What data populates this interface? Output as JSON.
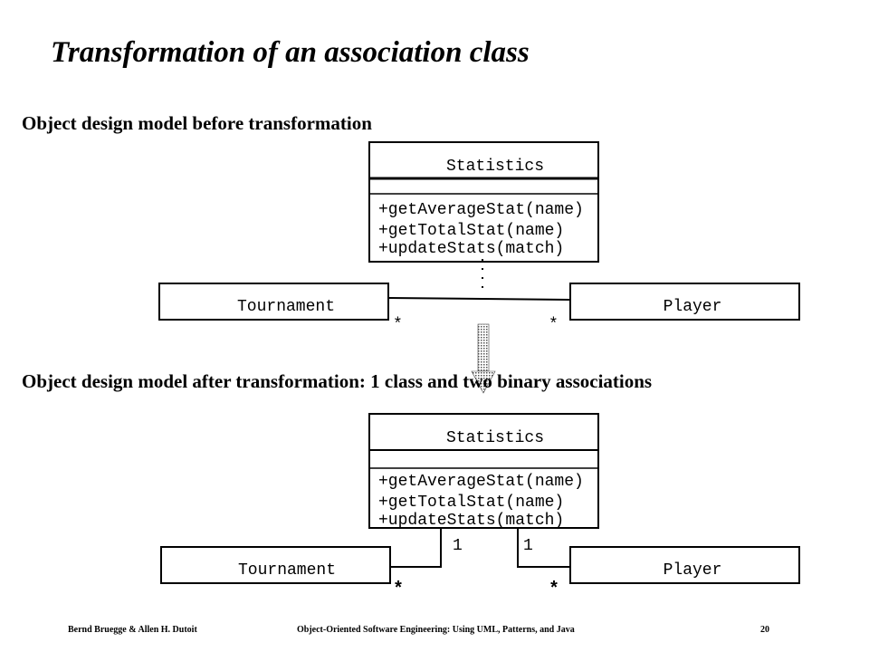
{
  "title": "Transformation of an association class",
  "before": {
    "heading": "Object design model before transformation",
    "association_class": {
      "name": "Statistics",
      "operations": [
        "+getAverageStat(name)",
        "+getTotalStat(name)",
        "+updateStats(match)"
      ]
    },
    "left_class": {
      "name": "Tournament",
      "multiplicity": "*"
    },
    "right_class": {
      "name": "Player",
      "multiplicity": "*"
    }
  },
  "after": {
    "heading": "Object design model after transformation: 1 class and two binary associations",
    "center_class": {
      "name": "Statistics",
      "operations": [
        "+getAverageStat(name)",
        "+getTotalStat(name)",
        "+updateStats(match)"
      ]
    },
    "left_class": {
      "name": "Tournament",
      "multiplicity": "*"
    },
    "right_class": {
      "name": "Player",
      "multiplicity": "*"
    },
    "left_association_multiplicity": "1",
    "right_association_multiplicity": "1"
  },
  "footer": {
    "authors": "Bernd Bruegge & Allen H. Dutoit",
    "book": "Object-Oriented Software Engineering: Using UML, Patterns, and Java",
    "page": "20"
  },
  "colors": {
    "ink": "#000000",
    "arrow_fill": "#d9d9d9"
  }
}
